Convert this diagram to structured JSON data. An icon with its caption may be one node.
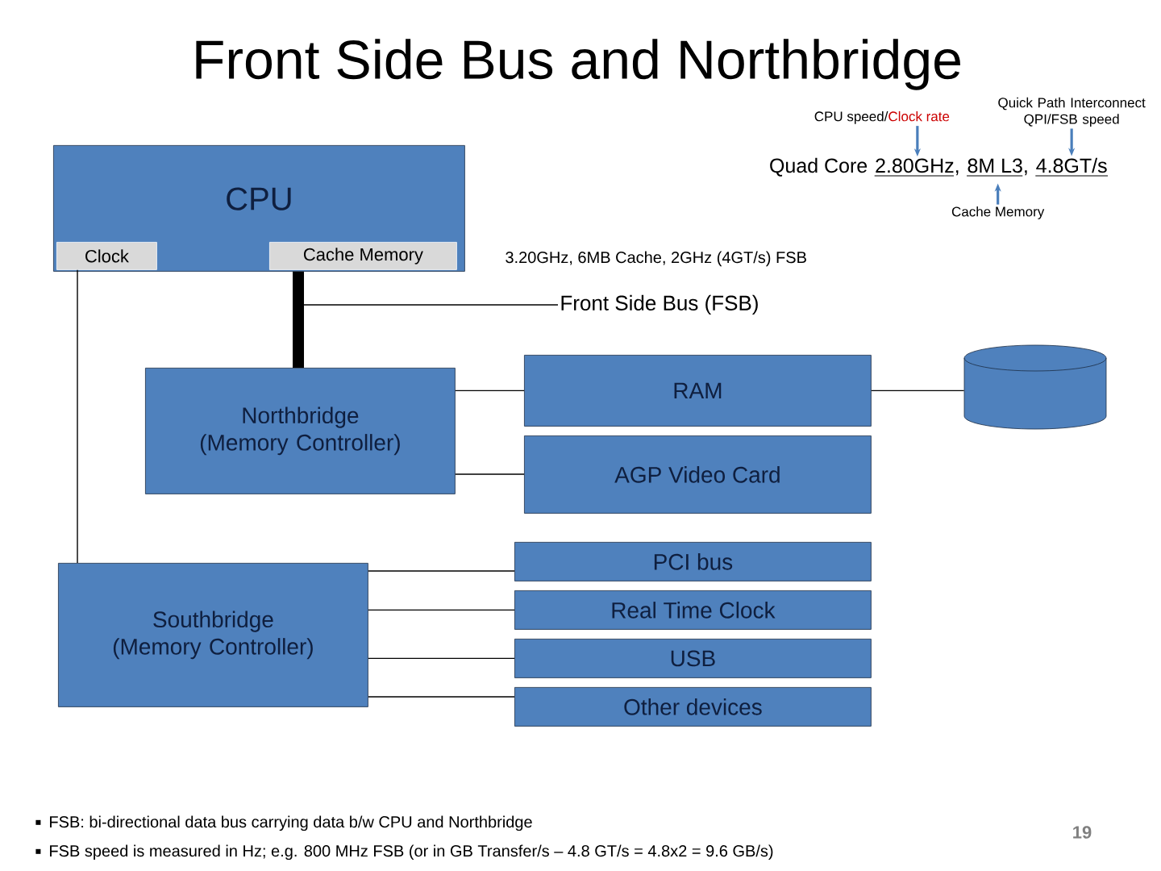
{
  "diagram": {
    "title": "Front Side Bus and Northbridge",
    "nodes": [
      {
        "text": [
          "CPU"
        ]
      },
      {
        "text": [
          "Clock"
        ],
        "in": 0
      },
      {
        "text": [
          "Cache Memory"
        ],
        "in": 0
      },
      {
        "text": [
          "Northbridge (Memory Controller)"
        ]
      },
      {
        "text": [
          "RAM"
        ]
      },
      {
        "text": [
          "AGP Video Card"
        ]
      },
      {
        "text": [
          "Southbridge (Memory Controller)"
        ]
      },
      {
        "text": [
          "PCI bus"
        ]
      },
      {
        "text": [
          "Real Time Clock"
        ]
      },
      {
        "text": [
          "USB"
        ]
      },
      {
        "text": [
          "Other devices"
        ]
      },
      {
        "text": [],
        "shape": "cylinder"
      },
      {
        "text": [
          "CPU speed/",
          "Clock rate"
        ]
      },
      {
        "text": [
          "Quick Path Interconnect QPI/FSB speed"
        ]
      },
      {
        "text": [
          "Cache Memory"
        ]
      },
      {
        "text": [
          "Front Side Bus (FSB)"
        ]
      },
      {
        "text": [
          "2.80GHz,"
        ]
      },
      {
        "text": [
          "8M L3,"
        ]
      },
      {
        "text": [
          "4.8GT/s"
        ]
      }
    ],
    "edges": [
      {
        "from": 1,
        "to": 6,
        "arrow": "none"
      },
      {
        "from": 0,
        "to": 3,
        "arrow": "none",
        "style": "thick"
      },
      {
        "from": 15,
        "to": null,
        "arrow": "none"
      },
      {
        "from": 3,
        "to": 4,
        "arrow": "none"
      },
      {
        "from": 3,
        "to": 5,
        "arrow": "none"
      },
      {
        "from": 4,
        "to": 11,
        "arrow": "none"
      },
      {
        "from": 6,
        "to": 7,
        "arrow": "none"
      },
      {
        "from": 6,
        "to": 8,
        "arrow": "none"
      },
      {
        "from": 6,
        "to": 9,
        "arrow": "none"
      },
      {
        "from": 6,
        "to": 10,
        "arrow": "none"
      },
      {
        "from": 12,
        "to": 16,
        "arrow": "to",
        "color": "#4a7ebb"
      },
      {
        "from": 13,
        "to": 18,
        "arrow": "to",
        "color": "#4a7ebb"
      },
      {
        "from": 14,
        "to": 17,
        "arrow": "to",
        "color": "#4a7ebb"
      }
    ],
    "labels": [
      "Quad Core",
      "3.20GHz, 6MB Cache, 2GHz (4GT/s) FSB",
      "FSB: bi-directional data bus carrying data b/w CPU and Northbridge",
      "FSB speed is measured in Hz; e.g. 800 MHz FSB (or in GB Transfer/s – 4.8 GT/s = 4.8x2 = 9.6 GB/s)",
      "19"
    ]
  }
}
